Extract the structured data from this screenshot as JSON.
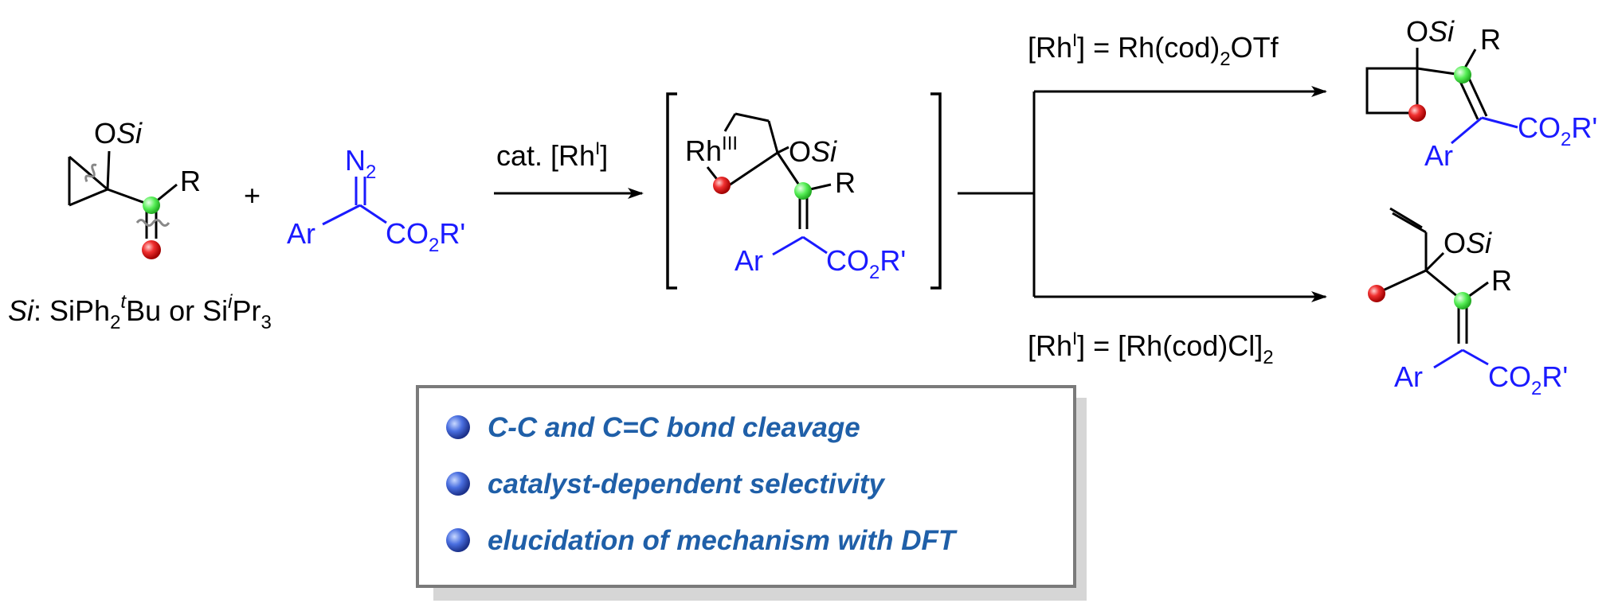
{
  "reactant": {
    "osi": [
      "O",
      "Si"
    ],
    "r": "R",
    "si_prefix": "Si",
    "si_def_a": ": SiPh",
    "si_sub1": "2",
    "si_sup1": "t",
    "si_def_b": "Bu or Si",
    "si_sup2": "i",
    "si_def_c": "Pr",
    "si_sub2": "3"
  },
  "plus": "+",
  "diazo": {
    "n2": "N",
    "n2_sub": "2",
    "ar": "Ar",
    "co2r_a": "CO",
    "co2r_sub": "2",
    "co2r_b": "R'"
  },
  "step1": {
    "cat_a": "cat. [Rh",
    "cat_sup": "I",
    "cat_b": "]"
  },
  "intermediate": {
    "rh": "Rh",
    "rh_sup": "III",
    "osi": [
      "O",
      "Si"
    ],
    "r": "R",
    "ar": "Ar",
    "co2r_a": "CO",
    "co2r_sub": "2",
    "co2r_b": "R'"
  },
  "cond_top": {
    "a": "[Rh",
    "sup": "I",
    "b": "] = Rh(cod)",
    "sub": "2",
    "c": "OTf"
  },
  "cond_bottom": {
    "a": "[Rh",
    "sup": "I",
    "b": "] =  [Rh(cod)Cl]",
    "sub": "2"
  },
  "product_top": {
    "osi": [
      "O",
      "Si"
    ],
    "r": "R",
    "ar": "Ar",
    "co2r_a": "CO",
    "co2r_sub": "2",
    "co2r_b": "R'"
  },
  "product_bottom": {
    "osi": [
      "O",
      "Si"
    ],
    "r": "R",
    "ar": "Ar",
    "co2r_a": "CO",
    "co2r_sub": "2",
    "co2r_b": "R'"
  },
  "summary": {
    "bullets": [
      "C-C and C=C bond cleavage",
      "catalyst-dependent selectivity",
      "elucidation of mechanism with DFT"
    ]
  },
  "colors": {
    "reagent_blue": "#1a1aff",
    "marker_red": "#e02020",
    "marker_green": "#33dd33",
    "summary_text": "#1f5fa8",
    "bullet_blue": "#3b5fd0"
  }
}
